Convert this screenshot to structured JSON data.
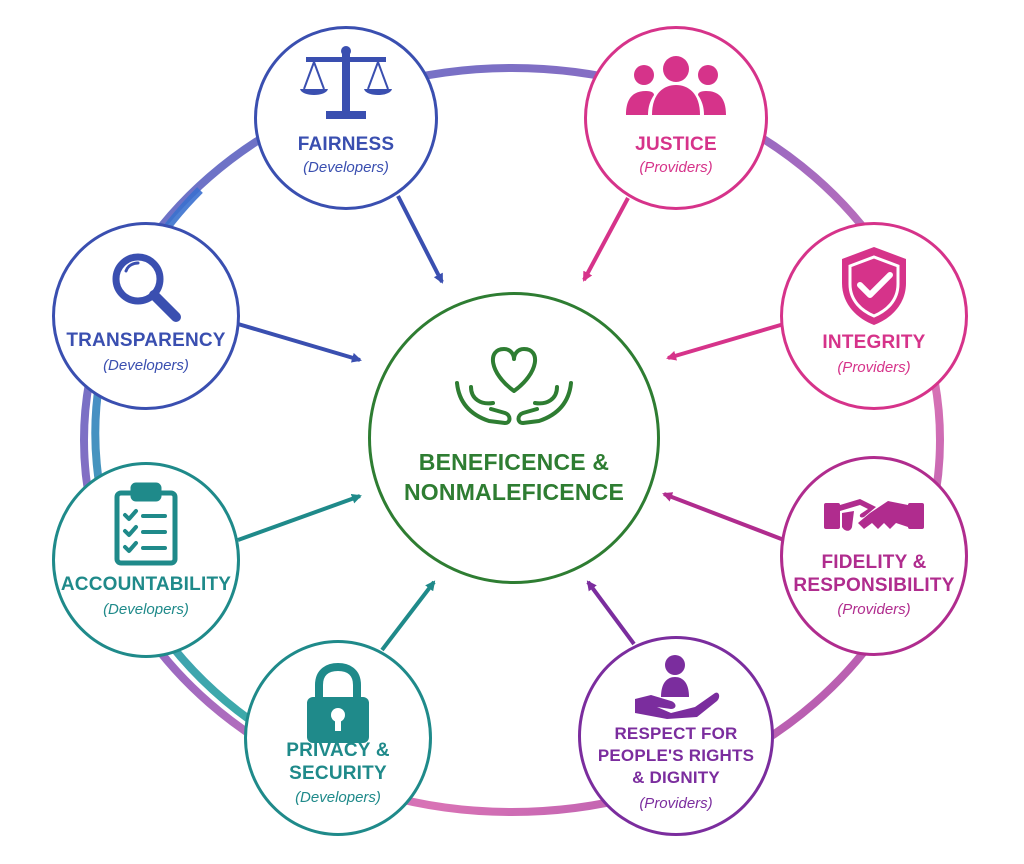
{
  "center": {
    "title": "BENEFICENCE &\nNONMALEFICENCE",
    "icon": "heart-in-hands-icon",
    "color": "#2e7d32"
  },
  "nodes": [
    {
      "id": "fairness",
      "title": "FAIRNESS",
      "sub": "(Developers)",
      "icon": "scales-icon",
      "color": "#3a4fb0"
    },
    {
      "id": "justice",
      "title": "JUSTICE",
      "sub": "(Providers)",
      "icon": "people-group-icon",
      "color": "#d6338a"
    },
    {
      "id": "transparency",
      "title": "TRANSPARENCY",
      "sub": "(Developers)",
      "icon": "magnifier-icon",
      "color": "#3a4fb0"
    },
    {
      "id": "integrity",
      "title": "INTEGRITY",
      "sub": "(Providers)",
      "icon": "shield-check-icon",
      "color": "#d6338a"
    },
    {
      "id": "accountability",
      "title": "ACCOUNTABILITY",
      "sub": "(Developers)",
      "icon": "clipboard-checklist-icon",
      "color": "#1f8a8a"
    },
    {
      "id": "fidelity",
      "title": "FIDELITY &\nRESPONSIBILITY",
      "sub": "(Providers)",
      "icon": "handshake-icon",
      "color": "#b02c8e"
    },
    {
      "id": "privacy",
      "title": "PRIVACY &\nSECURITY",
      "sub": "(Developers)",
      "icon": "padlock-icon",
      "color": "#1f8a8a"
    },
    {
      "id": "respect",
      "title": "RESPECT FOR\nPEOPLE'S RIGHTS\n& DIGNITY",
      "sub": "(Providers)",
      "icon": "person-in-hand-icon",
      "color": "#7b2d9e"
    }
  ]
}
